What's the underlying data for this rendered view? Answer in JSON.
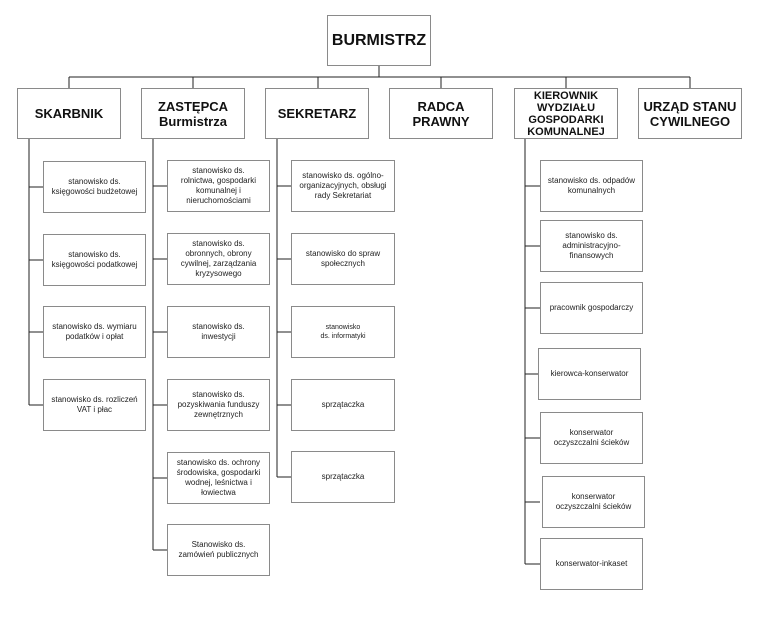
{
  "top": {
    "label": "BURMISTRZ"
  },
  "heads": [
    {
      "label": "SKARBNIK"
    },
    {
      "label": "ZASTĘPCA\nBurmistrza"
    },
    {
      "label": "SEKRETARZ"
    },
    {
      "label": "RADCA\nPRAWNY"
    },
    {
      "label": "KIEROWNIK\nWYDZIAŁU\nGOSPODARKI\nKOMUNALNEJ"
    },
    {
      "label": "URZĄD STANU\nCYWILNEGO"
    }
  ],
  "skarbnik_items": [
    "stanowisko ds.\nksięgowości budżetowej",
    "stanowisko ds.\nksięgowości podatkowej",
    "stanowisko ds. wymiaru\npodatków i opłat",
    "stanowisko ds. rozliczeń\nVAT i płac"
  ],
  "zastepca_items": [
    "stanowisko ds.\nrolnictwa, gospodarki\nkomunalnej i\nnieruchomościami",
    "stanowisko ds.\nobronnych, obrony\ncywilnej, zarządzania\nkryzysowego",
    "stanowisko ds.\ninwestycji",
    "stanowisko ds.\npozyskiwania funduszy\nzewnętrznych",
    "stanowisko ds. ochrony\nśrodowiska, gospodarki\nwodnej, leśnictwa i\nłowiectwa",
    "Stanowisko ds.\nzamówień publicznych"
  ],
  "sekretarz_items": [
    "stanowisko ds. ogólno-\norganizacyjnych, obsługi\nrady Sekretariat",
    "stanowisko do spraw\nspołecznych",
    "stanowisko\nds. informatyki",
    "sprzątaczka",
    "sprzątaczka"
  ],
  "kierownik_items": [
    "stanowisko ds. odpadów\nkomunalnych",
    "stanowisko ds.\nadministracyjno-\nfinansowych",
    "pracownik gospodarczy",
    "kierowca-konserwator",
    "konserwator\noczyszczalni ścieków",
    "konserwator\noczyszczalni ścieków",
    "konserwator-inkaset"
  ]
}
